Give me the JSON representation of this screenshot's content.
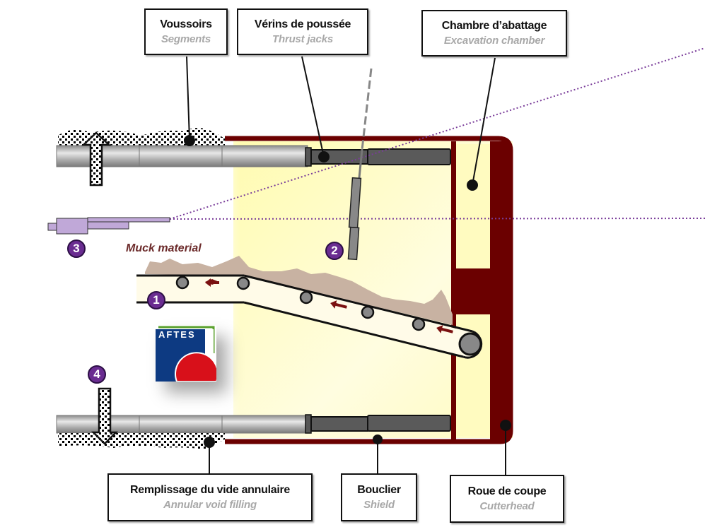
{
  "diagram": {
    "subject": "Tunnel boring machine (TBM) longitudinal section",
    "labels": {
      "segments": {
        "fr": "Voussoirs",
        "en": "Segments"
      },
      "thrust_jacks": {
        "fr": "Vérins de poussée",
        "en": "Thrust jacks"
      },
      "excavation_chamber": {
        "fr": "Chambre d’abattage",
        "en": "Excavation chamber"
      },
      "annular_void_filling": {
        "fr": "Remplissage du vide annulaire",
        "en": "Annular void filling"
      },
      "shield": {
        "fr": "Bouclier",
        "en": "Shield"
      },
      "cutterhead": {
        "fr": "Roue de coupe",
        "en": "Cutterhead"
      }
    },
    "muck_label": "Muck material",
    "badges": [
      "1",
      "2",
      "3",
      "4"
    ],
    "logo_text": "AFTES",
    "colors": {
      "shield": "#6b0000",
      "chamber_fill": "#fffbb8",
      "badge": "#6a2c91",
      "muck": "#c8b2a2",
      "arrow": "#7a1010",
      "laser": "#7a3d9a",
      "logo_blue": "#0d3a82",
      "logo_red": "#d8101a",
      "logo_green": "#5aa02c"
    }
  }
}
